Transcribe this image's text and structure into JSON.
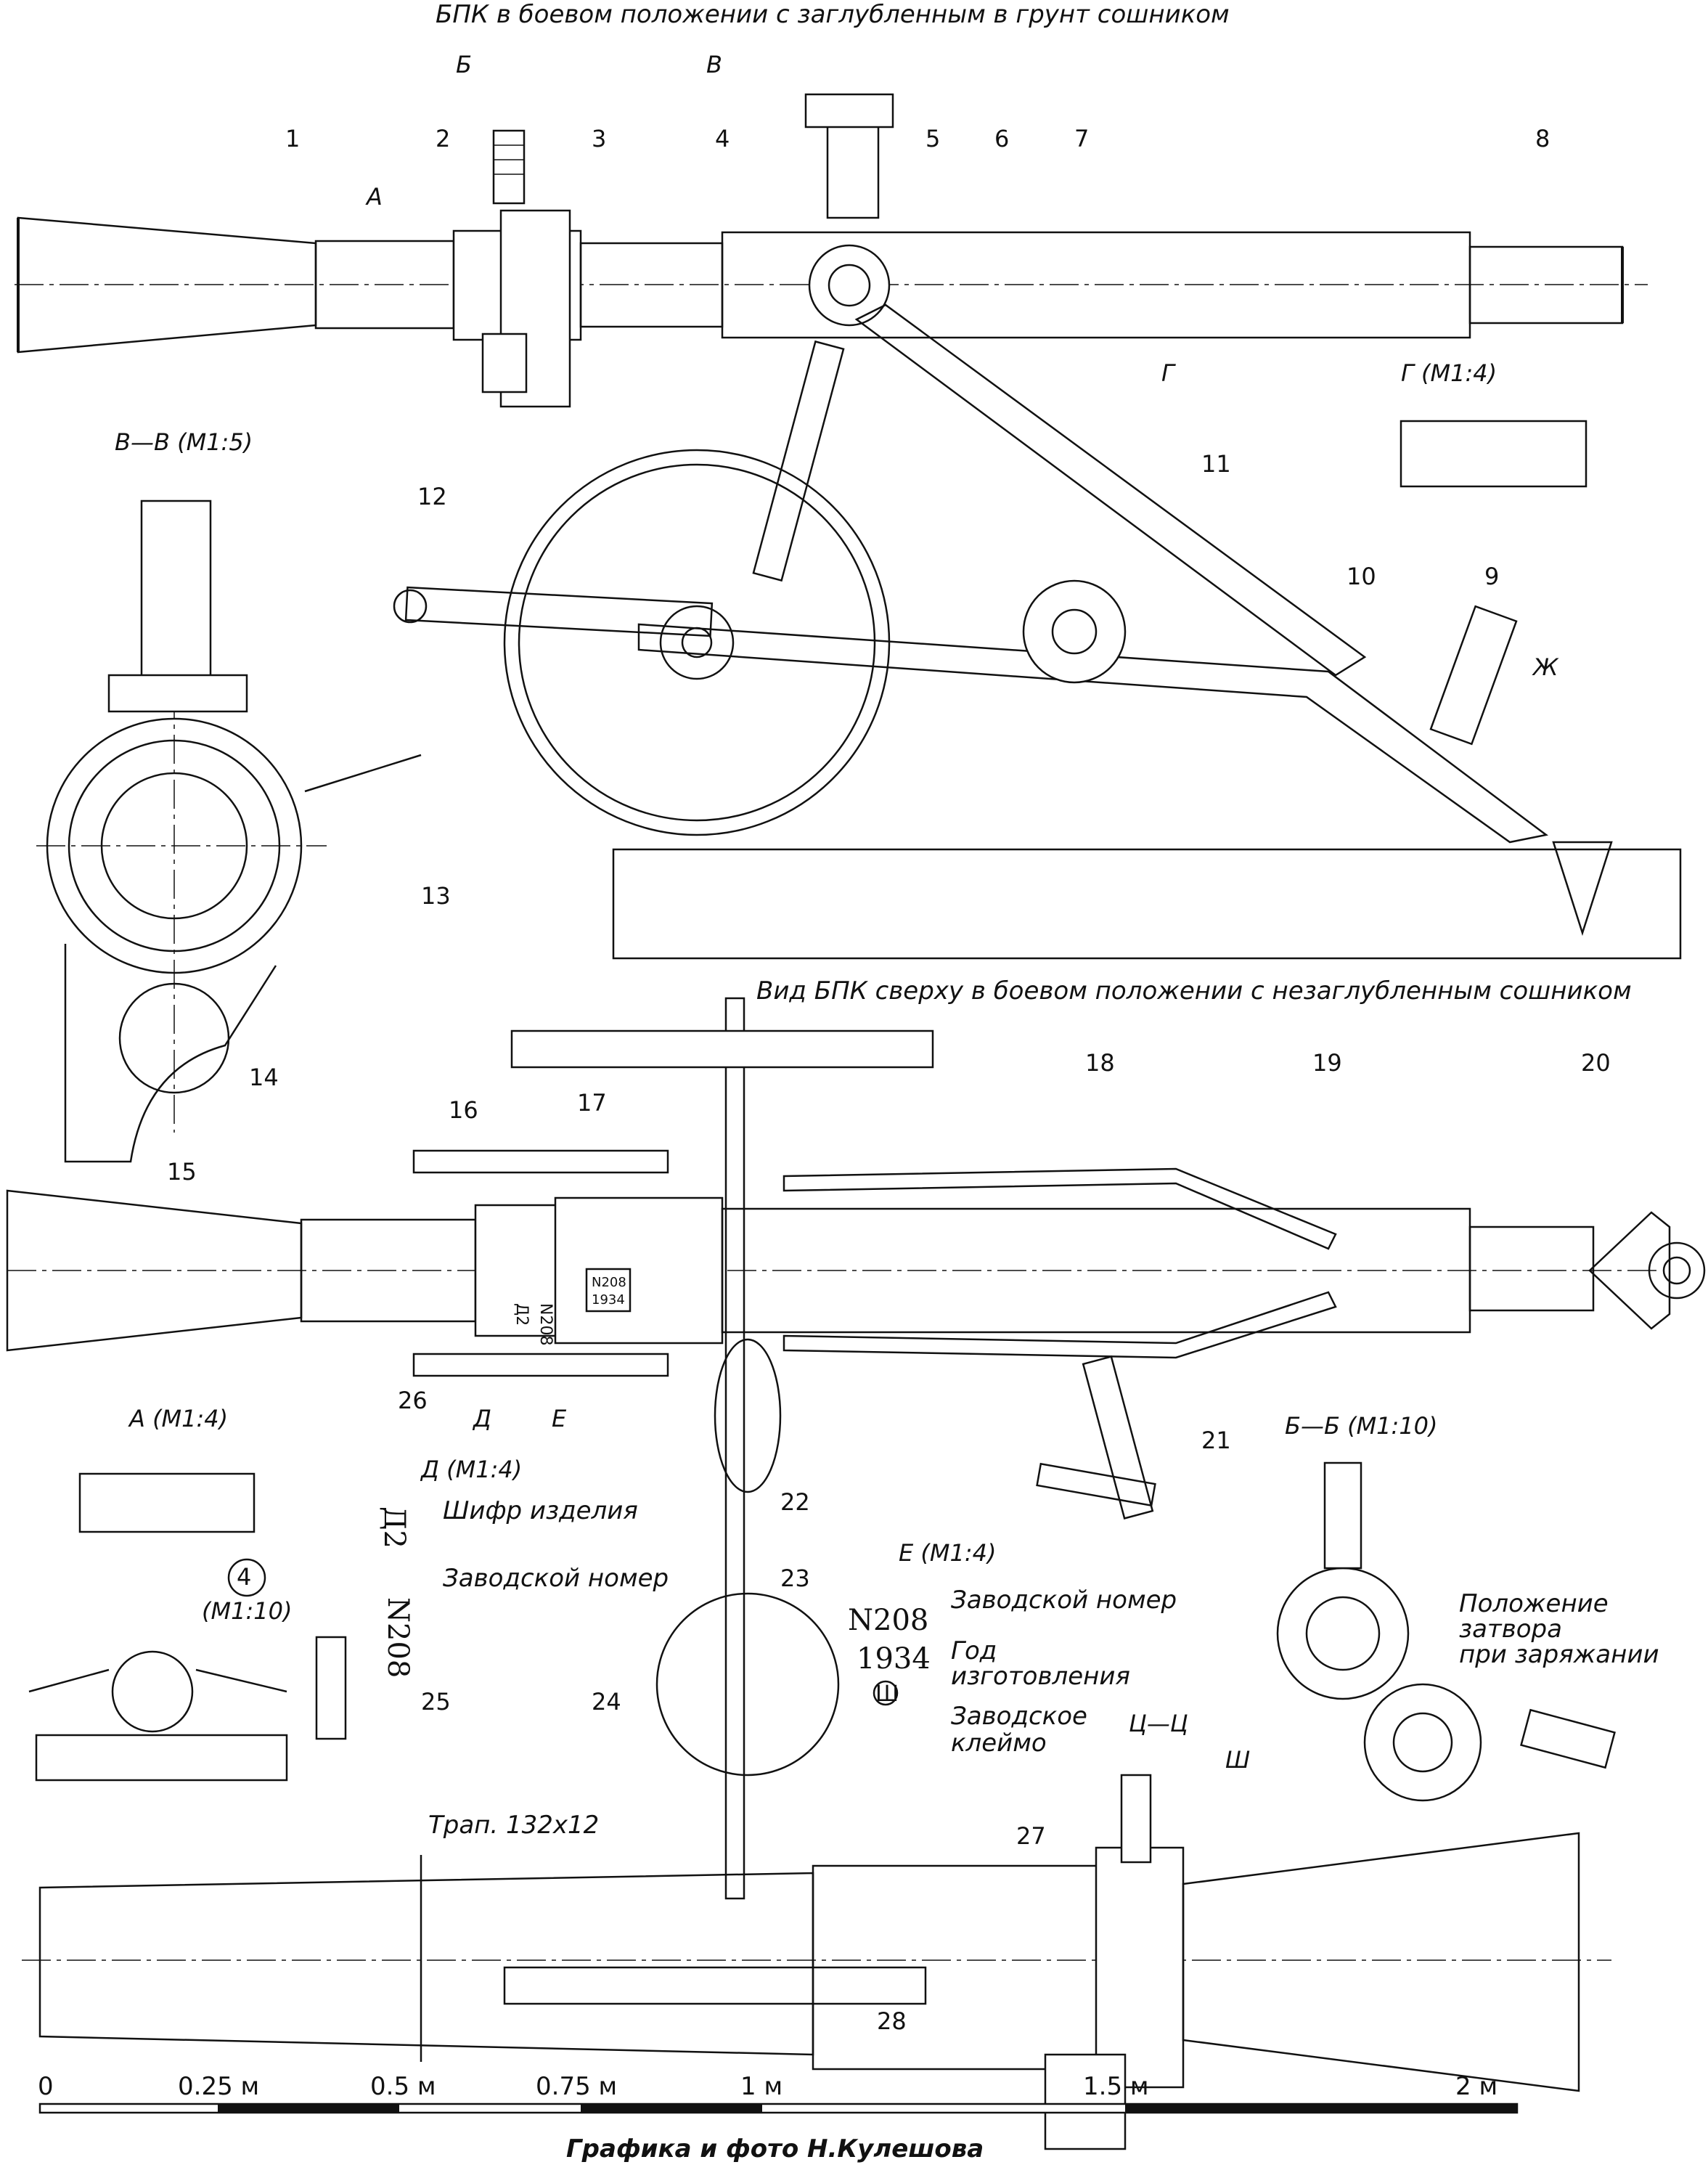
{
  "captions": {
    "title_top": "БПК в боевом положении с заглубленным в грунт сошником",
    "title_plan": "Вид БПК сверху в боевом положении с незаглубленным сошником",
    "credit": "Графика и фото Н.Кулешова"
  },
  "callouts": [
    "1",
    "2",
    "3",
    "4",
    "5",
    "6",
    "7",
    "8",
    "9",
    "10",
    "11",
    "12",
    "13",
    "14",
    "15",
    "16",
    "17",
    "18",
    "19",
    "20",
    "21",
    "22",
    "23",
    "24",
    "25",
    "26",
    "27",
    "28"
  ],
  "section_marks": {
    "b": "Б",
    "v": "В",
    "a": "А",
    "g": "Г",
    "d": "Д",
    "e": "Е",
    "zh": "Ж",
    "sh": "Ш"
  },
  "views": {
    "vv": "В—В (М1:5)",
    "g": "Г (М1:4)",
    "a": "А (М1:4)",
    "d": "Д (М1:4)",
    "e": "Е (М1:4)",
    "bb": "Б—Б (М1:10)",
    "tsts": "Ц—Ц",
    "detail4_num": "4",
    "detail4_scale": "(М1:10)"
  },
  "annotations": {
    "shifr": "Шифр изделия",
    "zav_nomer_d": "Заводской номер",
    "zav_nomer_e": "Заводской номер",
    "god_1": "Год",
    "god_2": "изготовления",
    "kleimo_1": "Заводское",
    "kleimo_2": "клеймо",
    "polozh_1": "Положение",
    "polozh_2": "затвора",
    "polozh_3": "при заряжании",
    "thread": "Трап. 132x12"
  },
  "markings": {
    "cipher": "Д2",
    "serial": "N208",
    "year": "1934",
    "stamp": "Ш"
  },
  "scale_bar": {
    "labels": [
      "0",
      "0.25 м",
      "0.5 м",
      "0.75 м",
      "1 м",
      "1.5 м",
      "2 м"
    ]
  }
}
